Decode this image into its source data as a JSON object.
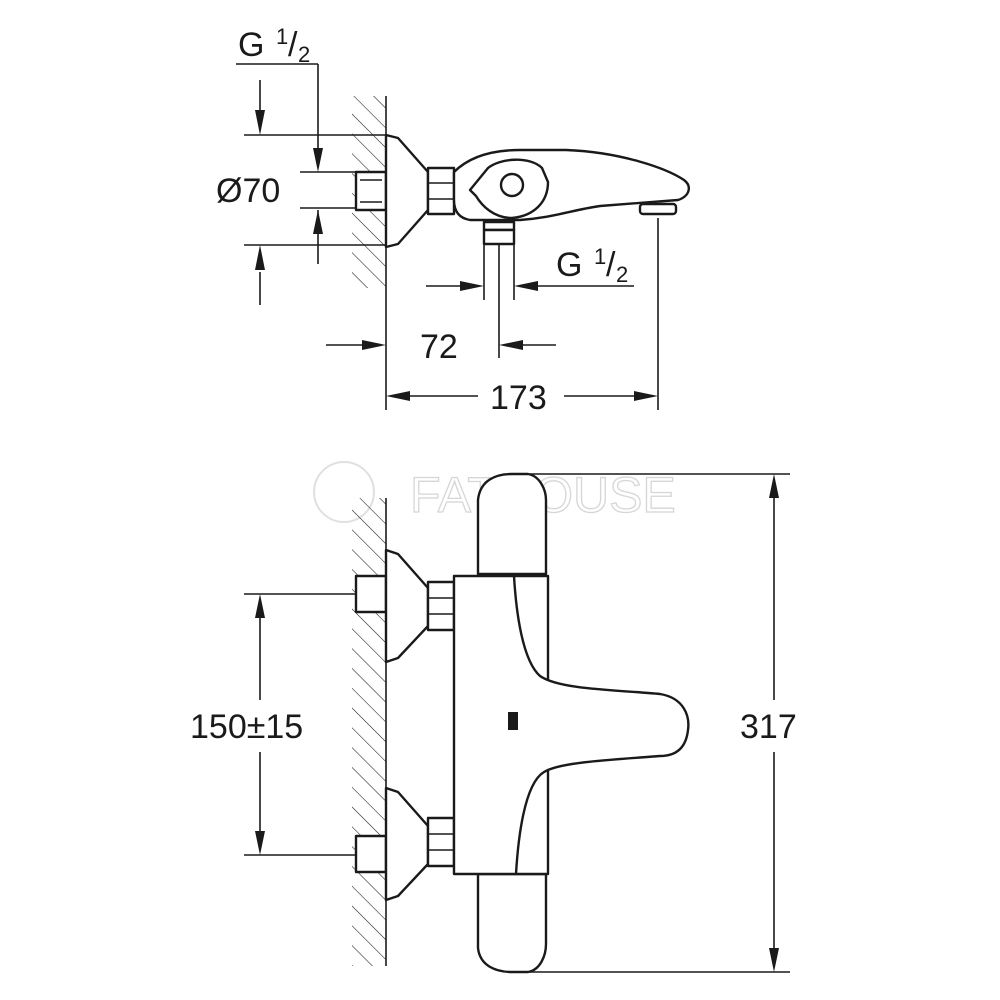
{
  "side_view": {
    "thread_top": {
      "base": "G",
      "num": "1",
      "den": "2"
    },
    "thread_bottom": {
      "base": "G",
      "num": "1",
      "den": "2"
    },
    "diameter": "Ø70",
    "offset_outlet": "72",
    "projection": "173"
  },
  "front_view": {
    "centre_distance": "150±15",
    "height": "317"
  },
  "watermark": "FATHOUSE"
}
